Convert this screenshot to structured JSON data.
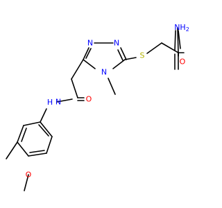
{
  "molecule": {
    "atoms": [
      {
        "id": "NH2",
        "text": "NH",
        "sub": "2",
        "color": "#0000ff"
      },
      {
        "id": "O_amide1",
        "text": "O",
        "color": "#ff0000"
      },
      {
        "id": "S",
        "text": "S",
        "color": "#b2b200"
      },
      {
        "id": "N_ring_a",
        "text": "N",
        "color": "#0000ff"
      },
      {
        "id": "N_ring_b",
        "text": "N",
        "color": "#0000ff"
      },
      {
        "id": "N_ring_c",
        "text": "N",
        "color": "#0000ff"
      },
      {
        "id": "O_amide2",
        "text": "O",
        "color": "#ff0000"
      },
      {
        "id": "NH",
        "text": "N",
        "sub": "",
        "h": "H",
        "color": "#0000ff"
      },
      {
        "id": "O_methoxy",
        "text": "O",
        "color": "#ff0000"
      }
    ],
    "bond_color": "#000000"
  }
}
